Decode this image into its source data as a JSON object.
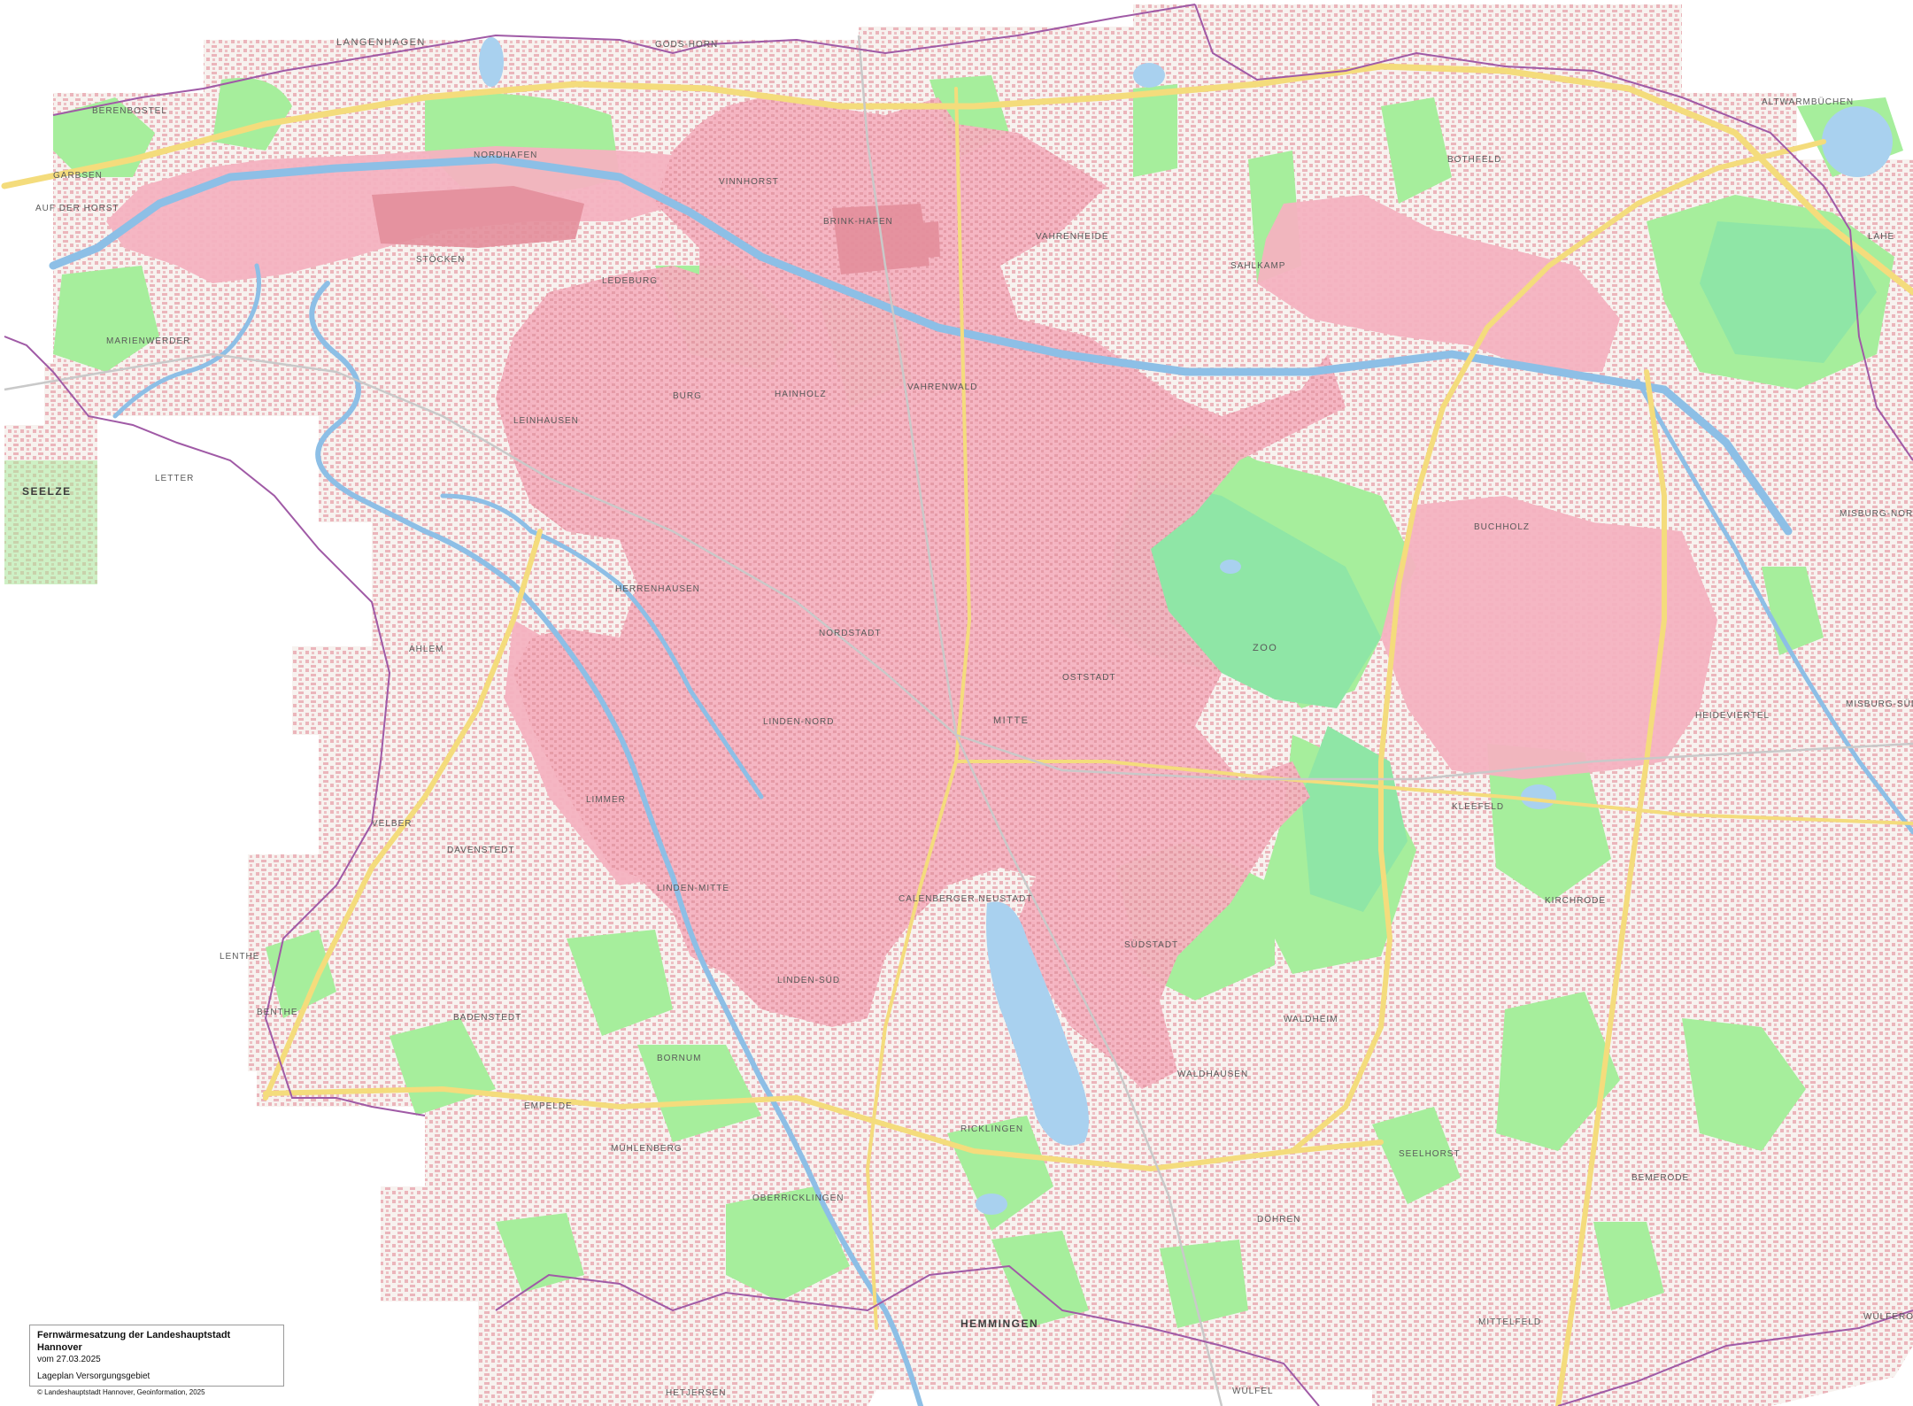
{
  "legend": {
    "title": "Fernwärmesatzung der Landeshauptstadt Hannover",
    "date": "vom 27.03.2025",
    "subtitle": "Lageplan Versorgungsgebiet",
    "copyright": "© Landeshauptstadt Hannover, Geoinformation, 2025"
  },
  "labels": {
    "langenhagen": "Langenhagen",
    "godshorn": "Gods-horn",
    "garbsen": "Garbsen",
    "berenbostel": "Berenbostel",
    "auf_der_horst": "Auf der Horst",
    "marienwerder": "Marienwerder",
    "seelze": "Seelze",
    "letter": "Letter",
    "nordhafen": "Nordhafen",
    "stoecken": "Stöcken",
    "vinnhorst": "Vinnhorst",
    "brink_hafen": "Brink-Hafen",
    "sahlkamp": "Sahlkamp",
    "bothfeld": "Bothfeld",
    "altwarmbuechen": "Altwarmbüchen",
    "lahe": "Lahe",
    "ledeburg": "Ledeburg",
    "burg": "Burg",
    "hainholz": "Hainholz",
    "vahrenheide": "Vahrenheide",
    "vahrenwald": "Vahrenwald",
    "leinhausen": "Leinhausen",
    "herrenhausen": "Herrenhausen",
    "nordstadt": "Nordstadt",
    "oststadt": "Oststadt",
    "zoo": "Zoo",
    "buchholz": "Buchholz",
    "misburg_nord": "Misburg-Nord",
    "misburg_sued": "Misburg-Süd",
    "heideviertel": "Heideviertel",
    "ahlem": "Ahlem",
    "limmer": "Limmer",
    "linden_nord": "Linden-Nord",
    "linden_mitte": "Linden-Mitte",
    "linden_sued": "Linden-Süd",
    "mitte": "Mitte",
    "calenberger_neustadt": "Calenberger Neustadt",
    "suedstadt": "Südstadt",
    "kleefeld": "Kleefeld",
    "kirchrode": "Kirchrode",
    "velber": "Velber",
    "davenstedt": "Davenstedt",
    "badenstedt": "Badenstedt",
    "bornum": "Bornum",
    "lenthe": "Lenthe",
    "benthe": "Benthe",
    "empelde": "Empelde",
    "muehlenberg": "Mühlenberg",
    "ricklingen": "Ricklingen",
    "oberricklingen": "Oberricklingen",
    "waldhausen": "Waldhausen",
    "waldheim": "Waldheim",
    "seelhorst": "Seelhorst",
    "doehren": "Döhren",
    "bemerode": "Bemerode",
    "hemmingen": "Hemmingen",
    "woelfel": "Wülfel",
    "mittelfeld": "Mittelfeld",
    "wuelferode": "Wülfero-de",
    "hetjersen": "Hetjersen"
  },
  "colors": {
    "background": "#ffffff",
    "base_map": "#f7f2ef",
    "green_area": "#a6ee9c",
    "forest": "#8fe6a6",
    "supply_area": "#f4b2c0",
    "built_up": "#e59aa4",
    "water": "#a9d1ef",
    "river": "#8dbfe6",
    "major_road": "#f4dc7c",
    "boundary": "#a05aa6"
  }
}
